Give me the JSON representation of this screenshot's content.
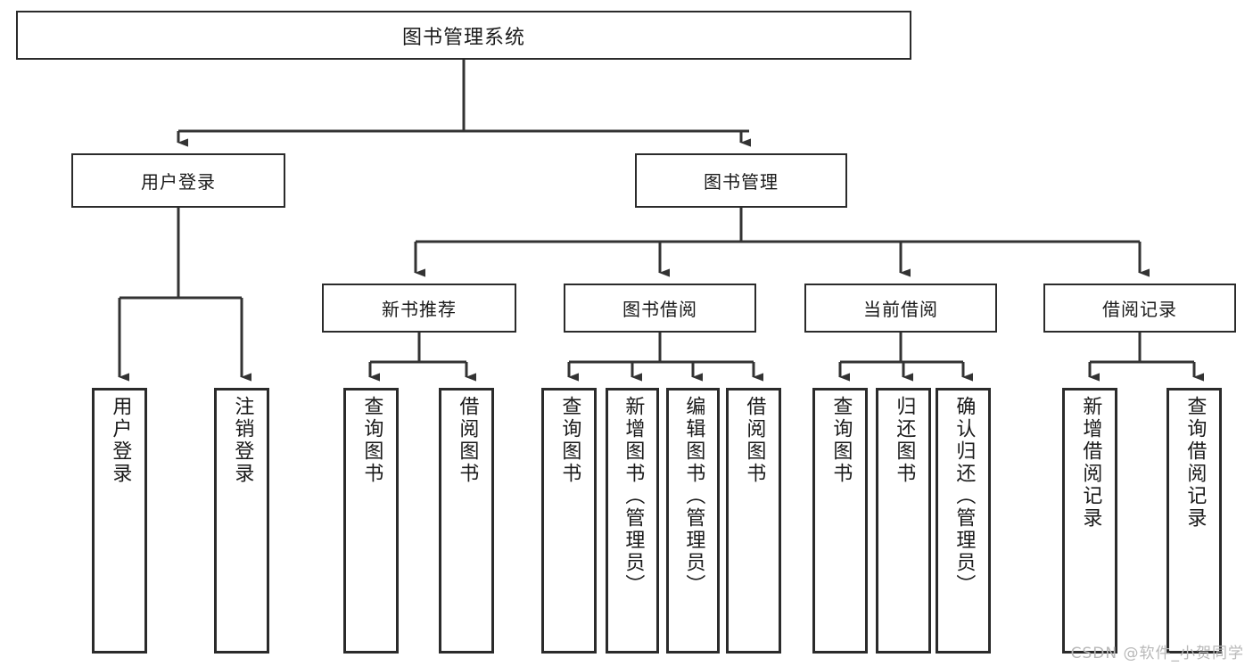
{
  "diagram": {
    "title": "图书管理系统",
    "type": "tree",
    "watermark": "CSDN @软件_小贺同学",
    "colors": {
      "box_border": "#2b2b2b",
      "box_fill": "#ffffff",
      "connector": "#333333",
      "text": "#1a1a1a",
      "watermark": "#b8b8b8"
    },
    "root": {
      "label": "图书管理系统"
    },
    "level1": [
      {
        "label": "用户登录"
      },
      {
        "label": "图书管理"
      }
    ],
    "level2": [
      {
        "label": "新书推荐"
      },
      {
        "label": "图书借阅"
      },
      {
        "label": "当前借阅"
      },
      {
        "label": "借阅记录"
      }
    ],
    "leaves": {
      "user_login": [
        {
          "label": "用户登录"
        },
        {
          "label": "注销登录"
        }
      ],
      "new_book_recommend": [
        {
          "label": "查询图书"
        },
        {
          "label": "借阅图书"
        }
      ],
      "book_borrow": [
        {
          "label": "查询图书"
        },
        {
          "label": "新增图书（管理员）"
        },
        {
          "label": "编辑图书（管理员）"
        },
        {
          "label": "借阅图书"
        }
      ],
      "current_borrow": [
        {
          "label": "查询图书"
        },
        {
          "label": "归还图书"
        },
        {
          "label": "确认归还（管理员）"
        }
      ],
      "borrow_record": [
        {
          "label": "新增借阅记录"
        },
        {
          "label": "查询借阅记录"
        }
      ]
    }
  }
}
